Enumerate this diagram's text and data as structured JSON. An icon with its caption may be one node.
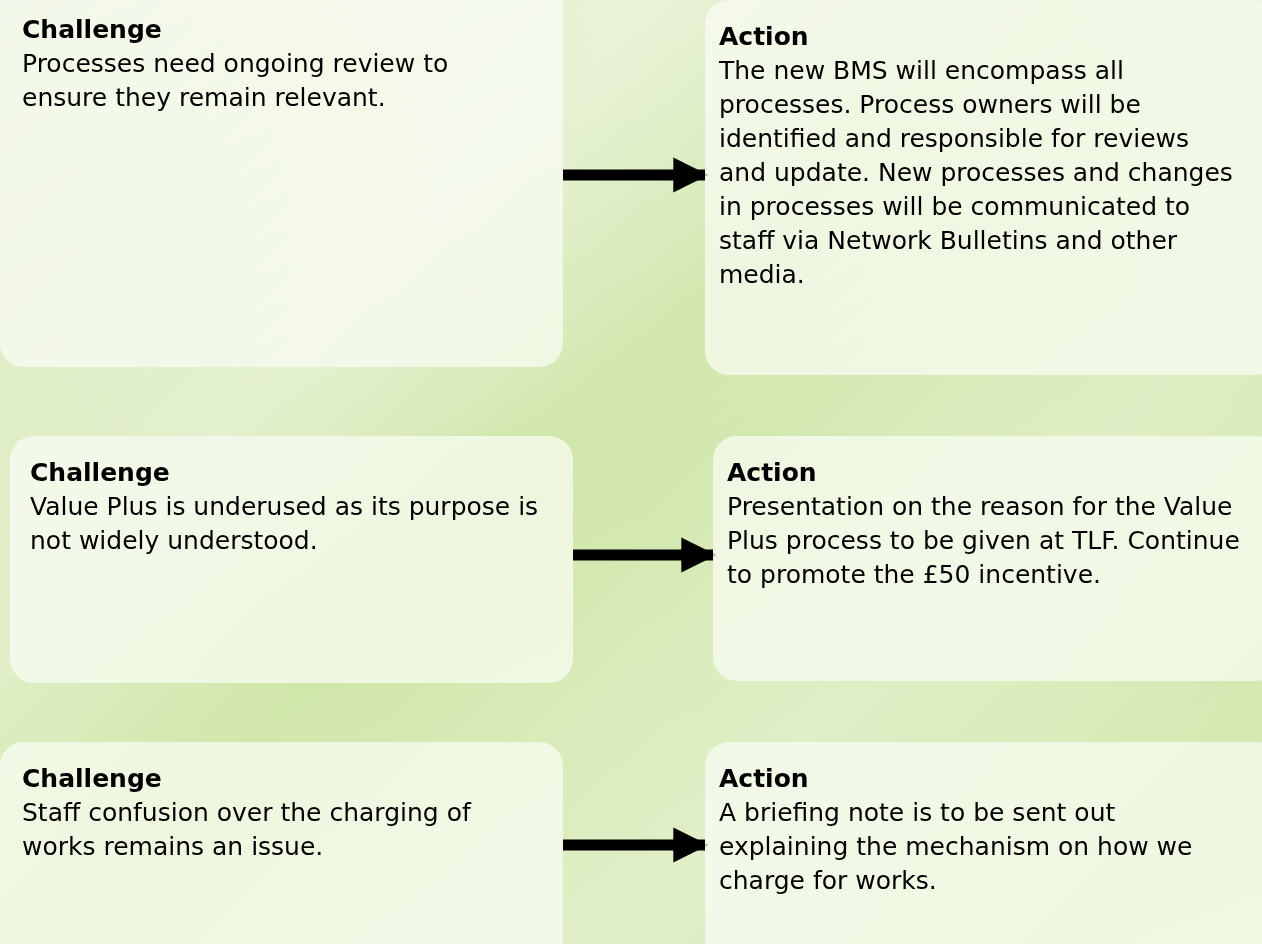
{
  "diagram": {
    "nodes": [
      {
        "text": [
          "Challenge",
          "Processes need ongoing review to ensure they remain relevant."
        ]
      },
      {
        "text": [
          "Action",
          "The new BMS will encompass all processes. Process owners will be identified and responsible for reviews and update. New processes and changes in processes will be communicated to staff via Network Bulletins and other media."
        ]
      },
      {
        "text": [
          "Challenge",
          "Value Plus is underused as its purpose is not widely understood."
        ]
      },
      {
        "text": [
          "Action",
          "Presentation on the reason for the Value Plus process to be given at TLF. Continue to promote the £50 incentive."
        ]
      },
      {
        "text": [
          "Challenge",
          "Staff confusion over the charging of works remains an issue."
        ]
      },
      {
        "text": [
          "Action",
          "A briefing note is to be sent out explaining the mechanism on how we charge for works."
        ]
      }
    ],
    "edges": [
      {
        "from": 0,
        "to": 1,
        "arrow": "to"
      },
      {
        "from": 2,
        "to": 3,
        "arrow": "to"
      },
      {
        "from": 4,
        "to": 5,
        "arrow": "to"
      }
    ]
  }
}
